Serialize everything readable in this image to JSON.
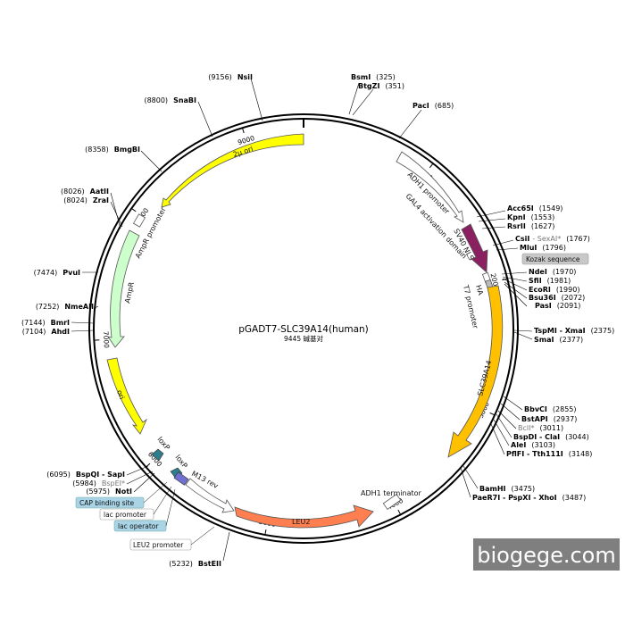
{
  "plasmid": {
    "name": "pGADT7-SLC39A14(human)",
    "length_label": "9445 碱基对",
    "total_bp": 9445
  },
  "ticks": [
    {
      "bp": 1000,
      "label": "1000"
    },
    {
      "bp": 2000,
      "label": "2000"
    },
    {
      "bp": 3000,
      "label": "3000"
    },
    {
      "bp": 4000,
      "label": "4000"
    },
    {
      "bp": 5000,
      "label": "5000"
    },
    {
      "bp": 6000,
      "label": "6000"
    },
    {
      "bp": 7000,
      "label": "7000"
    },
    {
      "bp": 8000,
      "label": "8000"
    },
    {
      "bp": 9000,
      "label": "9000"
    }
  ],
  "features": [
    {
      "label": "2μ ori",
      "color": "#ffff00"
    },
    {
      "label": "ADH1 promoter",
      "color": "#ffffff"
    },
    {
      "label": "GAL4 activation domain",
      "color": "#ffffff"
    },
    {
      "label": "SV40 NLS",
      "color": "#8b2060"
    },
    {
      "label": "HA",
      "color": "#ffffff"
    },
    {
      "label": "T7 promoter",
      "color": "#ffffff"
    },
    {
      "label": "SLC39A14",
      "color": "#ffc000"
    },
    {
      "label": "ADH1 terminator",
      "color": "#ffffff"
    },
    {
      "label": "LEU2",
      "color": "#ff7f50"
    },
    {
      "label": "M13 rev",
      "color": "#ffffff"
    },
    {
      "label": "loxP",
      "color": "#2e7d8c"
    },
    {
      "label": "loxP",
      "color": "#2e7d8c"
    },
    {
      "label": "ori",
      "color": "#ffff00"
    },
    {
      "label": "AmpR",
      "color": "#ccffcc"
    },
    {
      "label": "AmpR promoter",
      "color": "#ffffff"
    }
  ],
  "sites": [
    {
      "name": "BsmI",
      "pos": "(325)",
      "bold": true
    },
    {
      "name": "BtgZI",
      "pos": "(351)",
      "bold": true
    },
    {
      "name": "PacI",
      "pos": "(685)",
      "bold": true
    },
    {
      "name": "Acc65I",
      "pos": "(1549)",
      "bold": true
    },
    {
      "name": "KpnI",
      "pos": "(1553)",
      "bold": true
    },
    {
      "name": "RsrII",
      "pos": "(1627)",
      "bold": true
    },
    {
      "name": "CsiI",
      "name2": "SexAI*",
      "pos": "(1767)",
      "bold": true
    },
    {
      "name": "MluI",
      "pos": "(1796)",
      "bold": true
    },
    {
      "name": "NdeI",
      "pos": "(1970)",
      "bold": true
    },
    {
      "name": "SfiI",
      "pos": "(1981)",
      "bold": true
    },
    {
      "name": "EcoRI",
      "pos": "(1990)",
      "bold": true
    },
    {
      "name": "Bsu36I",
      "pos": "(2072)",
      "bold": true
    },
    {
      "name": "PasI",
      "pos": "(2091)",
      "bold": true
    },
    {
      "name": "TspMI - XmaI",
      "pos": "(2375)",
      "bold": true
    },
    {
      "name": "SmaI",
      "pos": "(2377)",
      "bold": true
    },
    {
      "name": "BbvCI",
      "pos": "(2855)",
      "bold": true
    },
    {
      "name": "BstAPI",
      "pos": "(2937)",
      "bold": true
    },
    {
      "name": "BclI*",
      "pos": "(3011)",
      "bold": false
    },
    {
      "name": "BspDI - ClaI",
      "pos": "(3044)",
      "bold": true
    },
    {
      "name": "AleI",
      "pos": "(3103)",
      "bold": true
    },
    {
      "name": "PflFI - Tth111I",
      "pos": "(3148)",
      "bold": true
    },
    {
      "name": "BamHI",
      "pos": "(3475)",
      "bold": true
    },
    {
      "name": "PaeR7I - PspXI - XhoI",
      "pos": "(3487)",
      "bold": true
    },
    {
      "name": "BstEII",
      "pos": "(5232)",
      "bold": true
    },
    {
      "name": "BspQI - SapI",
      "pos": "(6095)",
      "bold": true
    },
    {
      "name": "BspEI*",
      "pos": "(5984)",
      "bold": false
    },
    {
      "name": "NotI",
      "pos": "(5975)",
      "bold": true
    },
    {
      "name": "AhdI",
      "pos": "(7104)",
      "bold": true
    },
    {
      "name": "BmrI",
      "pos": "(7144)",
      "bold": true
    },
    {
      "name": "NmeAIII",
      "pos": "(7252)",
      "bold": true
    },
    {
      "name": "PvuI",
      "pos": "(7474)",
      "bold": true
    },
    {
      "name": "ZraI",
      "pos": "(8024)",
      "bold": true
    },
    {
      "name": "AatII",
      "pos": "(8026)",
      "bold": true
    },
    {
      "name": "BmgBI",
      "pos": "(8358)",
      "bold": true
    },
    {
      "name": "SnaBI",
      "pos": "(8800)",
      "bold": true
    },
    {
      "name": "NsiI",
      "pos": "(9156)",
      "bold": true
    }
  ],
  "boxes": [
    {
      "label": "Kozak sequence",
      "fill": "#c8c8c8"
    },
    {
      "label": "CAP binding site",
      "fill": "#a8d4e6"
    },
    {
      "label": "lac promoter",
      "fill": "#ffffff"
    },
    {
      "label": "lac operator",
      "fill": "#a8d4e6"
    },
    {
      "label": "LEU2 promoter",
      "fill": "#ffffff"
    }
  ],
  "watermark": "biogege.com"
}
